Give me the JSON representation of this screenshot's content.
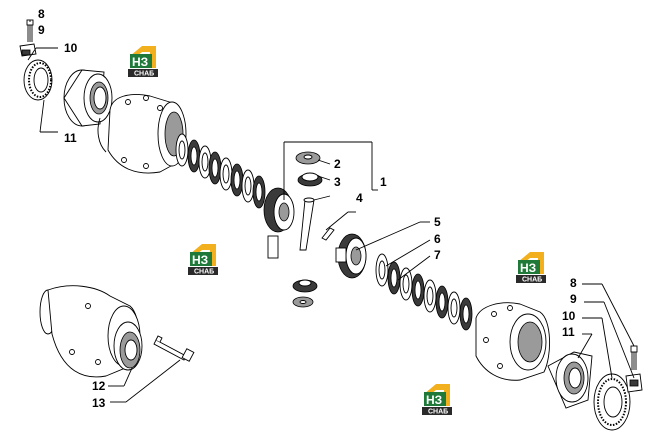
{
  "logo": {
    "letters": "НЗ",
    "caption": "СНАБ",
    "colors": {
      "gold": "#f2b01e",
      "green": "#1f7a3a",
      "dark": "#2a2a2a"
    }
  },
  "callouts": {
    "c1": "1",
    "c2": "2",
    "c3": "3",
    "c4": "4",
    "c5": "5",
    "c6": "6",
    "c7": "7",
    "c8_left": "8",
    "c9_left": "9",
    "c10_left": "10",
    "c11_left": "11",
    "c8_right": "8",
    "c9_right": "9",
    "c10_right": "10",
    "c11_right": "11",
    "c12": "12",
    "c13": "13"
  }
}
